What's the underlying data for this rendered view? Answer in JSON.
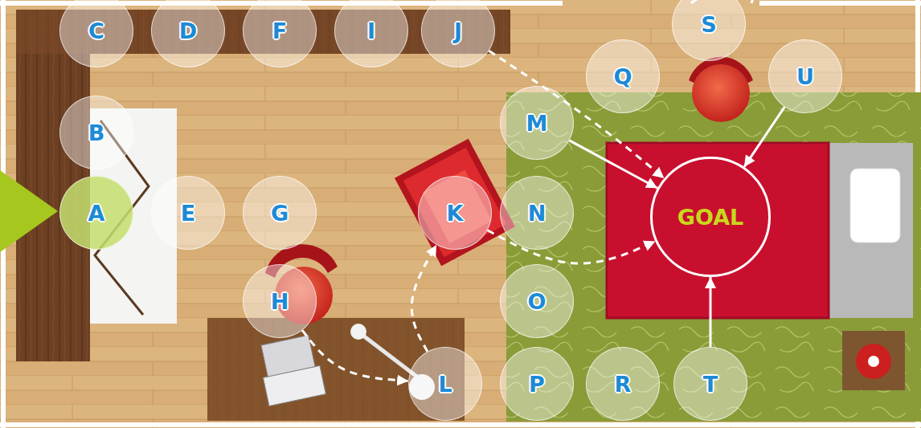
{
  "diagram": {
    "nodes": [
      {
        "text": [
          "C"
        ]
      },
      {
        "text": [
          "D"
        ]
      },
      {
        "text": [
          "F"
        ]
      },
      {
        "text": [
          "I"
        ]
      },
      {
        "text": [
          "J"
        ]
      },
      {
        "text": [
          "S"
        ]
      },
      {
        "text": [
          "Q"
        ]
      },
      {
        "text": [
          "U"
        ]
      },
      {
        "text": [
          "M"
        ]
      },
      {
        "text": [
          "B"
        ]
      },
      {
        "text": [
          "A"
        ]
      },
      {
        "text": [
          "E"
        ]
      },
      {
        "text": [
          "G"
        ]
      },
      {
        "text": [
          "K"
        ]
      },
      {
        "text": [
          "N"
        ]
      },
      {
        "text": [
          "GOAL"
        ]
      },
      {
        "text": [
          "H"
        ]
      },
      {
        "text": [
          "O"
        ]
      },
      {
        "text": [
          "L"
        ]
      },
      {
        "text": [
          "P"
        ]
      },
      {
        "text": [
          "R"
        ]
      },
      {
        "text": [
          "T"
        ]
      }
    ],
    "edges": [
      {
        "from": 4,
        "to": 15,
        "arrow": "to"
      },
      {
        "from": 8,
        "to": 15,
        "arrow": "to"
      },
      {
        "from": 7,
        "to": 15,
        "arrow": "to"
      },
      {
        "from": 21,
        "to": 15,
        "arrow": "to"
      },
      {
        "from": 16,
        "to": 18,
        "arrow": "to"
      },
      {
        "from": 18,
        "to": 13,
        "arrow": "to"
      },
      {
        "from": 13,
        "to": 15,
        "arrow": "to"
      }
    ]
  }
}
